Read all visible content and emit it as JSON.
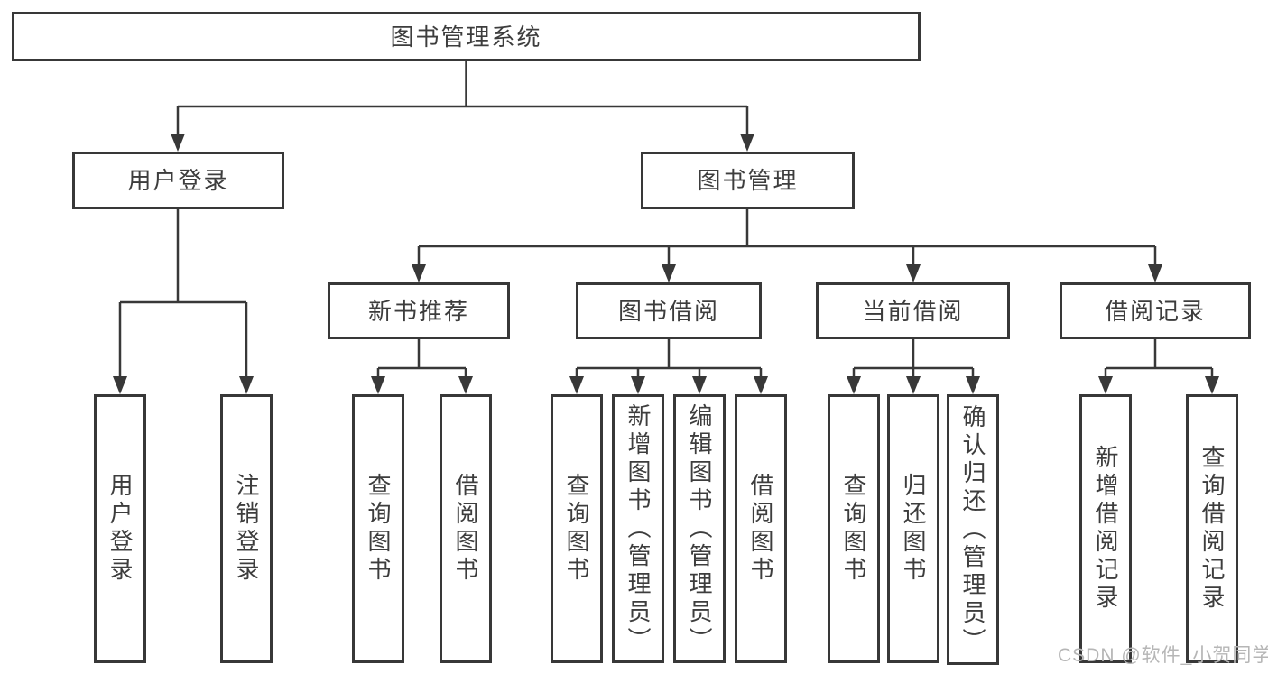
{
  "diagram": {
    "type": "function-structure-tree",
    "colors": {
      "line": "#383838",
      "box_border": "#383838",
      "text": "#3d3d3d",
      "background": "#ffffff",
      "watermark_text_color": "#b6b6b6"
    },
    "watermark": "CSDN @软件_小贺同学"
  },
  "tree": {
    "label": "图书管理系统",
    "children": [
      {
        "label": "用户登录",
        "children": [
          {
            "label": "用户登录"
          },
          {
            "label": "注销登录"
          }
        ]
      },
      {
        "label": "图书管理",
        "children": [
          {
            "label": "新书推荐",
            "children": [
              {
                "label": "查询图书"
              },
              {
                "label": "借阅图书"
              }
            ]
          },
          {
            "label": "图书借阅",
            "children": [
              {
                "label": "查询图书"
              },
              {
                "label": "新增图书（管理员）"
              },
              {
                "label": "编辑图书（管理员）"
              },
              {
                "label": "借阅图书"
              }
            ]
          },
          {
            "label": "当前借阅",
            "children": [
              {
                "label": "查询图书"
              },
              {
                "label": "归还图书"
              },
              {
                "label": "确认归还（管理员）"
              }
            ]
          },
          {
            "label": "借阅记录",
            "children": [
              {
                "label": "新增借阅记录"
              },
              {
                "label": "查询借阅记录"
              }
            ]
          }
        ]
      }
    ]
  }
}
